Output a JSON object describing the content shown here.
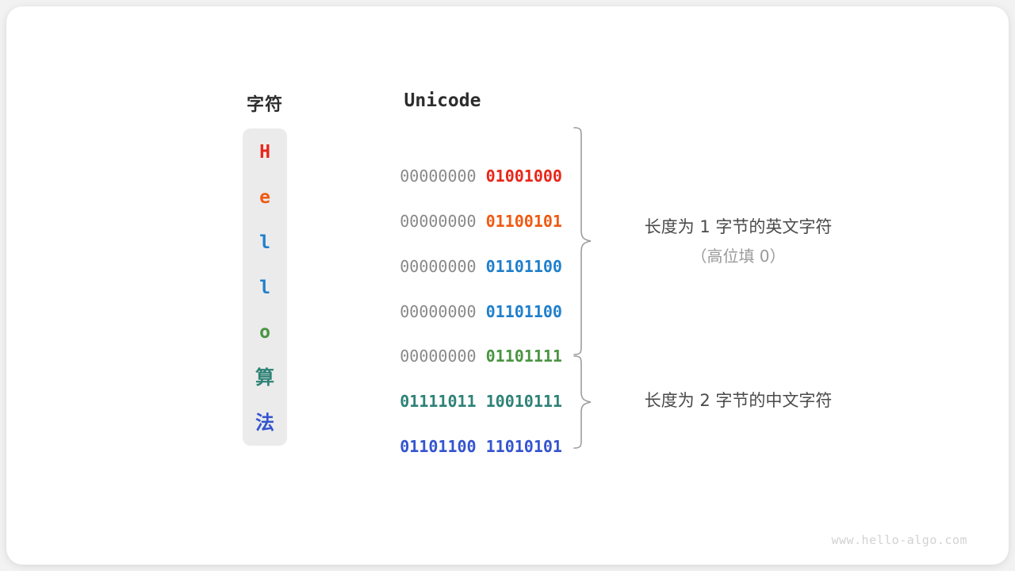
{
  "card": {
    "background_color": "#ffffff",
    "page_background_color": "#f2f2f2"
  },
  "headers": {
    "char_column": "字符",
    "unicode_column": "Unicode"
  },
  "rows": [
    {
      "char": "H",
      "char_color": "#E8261A",
      "high_byte": "00000000",
      "low_byte": "01001000",
      "low_byte_color": "#E8261A",
      "high_byte_color": "#898989"
    },
    {
      "char": "e",
      "char_color": "#EF5A13",
      "high_byte": "00000000",
      "low_byte": "01100101",
      "low_byte_color": "#EF5A13",
      "high_byte_color": "#898989"
    },
    {
      "char": "l",
      "char_color": "#1F7FCB",
      "high_byte": "00000000",
      "low_byte": "01101100",
      "low_byte_color": "#1F7FCB",
      "high_byte_color": "#898989"
    },
    {
      "char": "l",
      "char_color": "#1F7FCB",
      "high_byte": "00000000",
      "low_byte": "01101100",
      "low_byte_color": "#1F7FCB",
      "high_byte_color": "#898989"
    },
    {
      "char": "o",
      "char_color": "#4A9442",
      "high_byte": "00000000",
      "low_byte": "01101111",
      "low_byte_color": "#4A9442",
      "high_byte_color": "#898989"
    },
    {
      "char": "算",
      "char_color": "#2E8276",
      "high_byte": "01111011",
      "low_byte": "10010111",
      "low_byte_color": "#2E8276",
      "high_byte_color": "#2E8276"
    },
    {
      "char": "法",
      "char_color": "#3454CF",
      "high_byte": "01101100",
      "low_byte": "11010101",
      "low_byte_color": "#3454CF",
      "high_byte_color": "#3454CF"
    }
  ],
  "annotations": [
    {
      "main": "长度为 1 字节的英文字符",
      "sub": "（高位填 0）"
    },
    {
      "main": "长度为 2 字节的中文字符",
      "sub": ""
    }
  ],
  "watermark": "www.hello-algo.com"
}
